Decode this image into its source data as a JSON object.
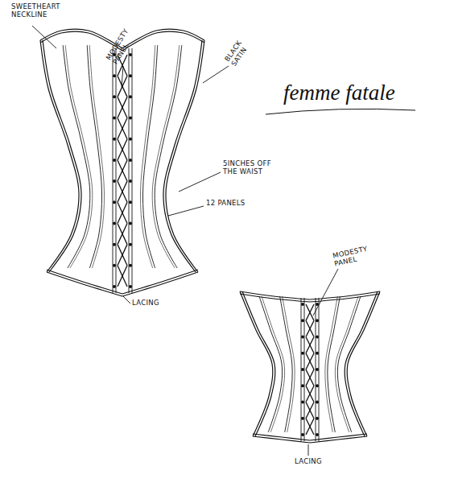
{
  "diagram": {
    "title": "femme fatale",
    "labels": [
      "SWEETHEART NECKLINE",
      "MODESTY PANEL",
      "BLACK SATIN",
      "5INCHES OFF THE WAIST",
      "12 PANELS",
      "LACING",
      "MODESTY PANEL",
      "LACING"
    ]
  }
}
